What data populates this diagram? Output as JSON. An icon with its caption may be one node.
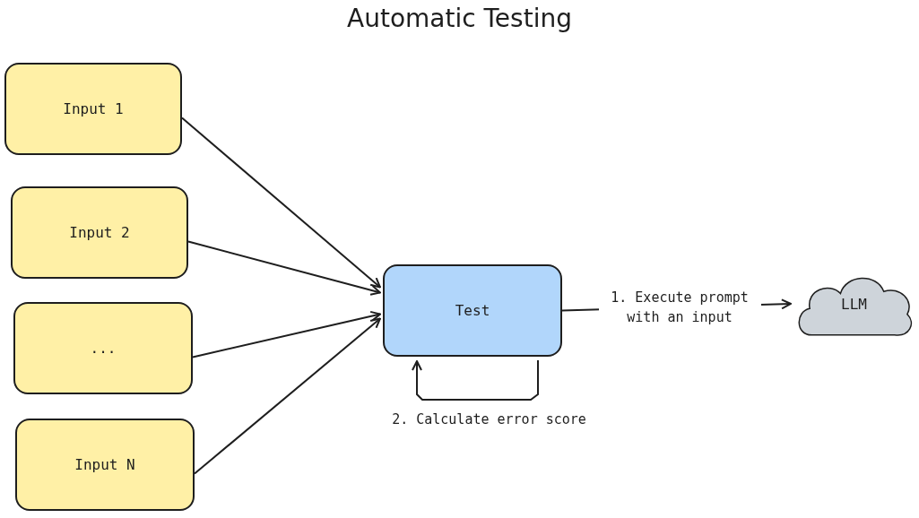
{
  "diagram": {
    "title": "Automatic Testing",
    "nodes": [
      {
        "text": [
          "Input 1"
        ]
      },
      {
        "text": [
          "Input 2"
        ]
      },
      {
        "text": [
          "..."
        ]
      },
      {
        "text": [
          "Input N"
        ]
      },
      {
        "text": [
          "Test"
        ]
      },
      {
        "text": [
          "LLM"
        ]
      }
    ],
    "edges": [
      {
        "from": 0,
        "to": 4,
        "arrow": "to"
      },
      {
        "from": 1,
        "to": 4,
        "arrow": "to"
      },
      {
        "from": 2,
        "to": 4,
        "arrow": "to"
      },
      {
        "from": 3,
        "to": 4,
        "arrow": "to"
      },
      {
        "from": 4,
        "to": 5,
        "arrow": "to",
        "label": "1. Execute prompt with an input"
      },
      {
        "from": 4,
        "to": 4,
        "arrow": "to",
        "label": "2. Calculate error score"
      }
    ]
  }
}
